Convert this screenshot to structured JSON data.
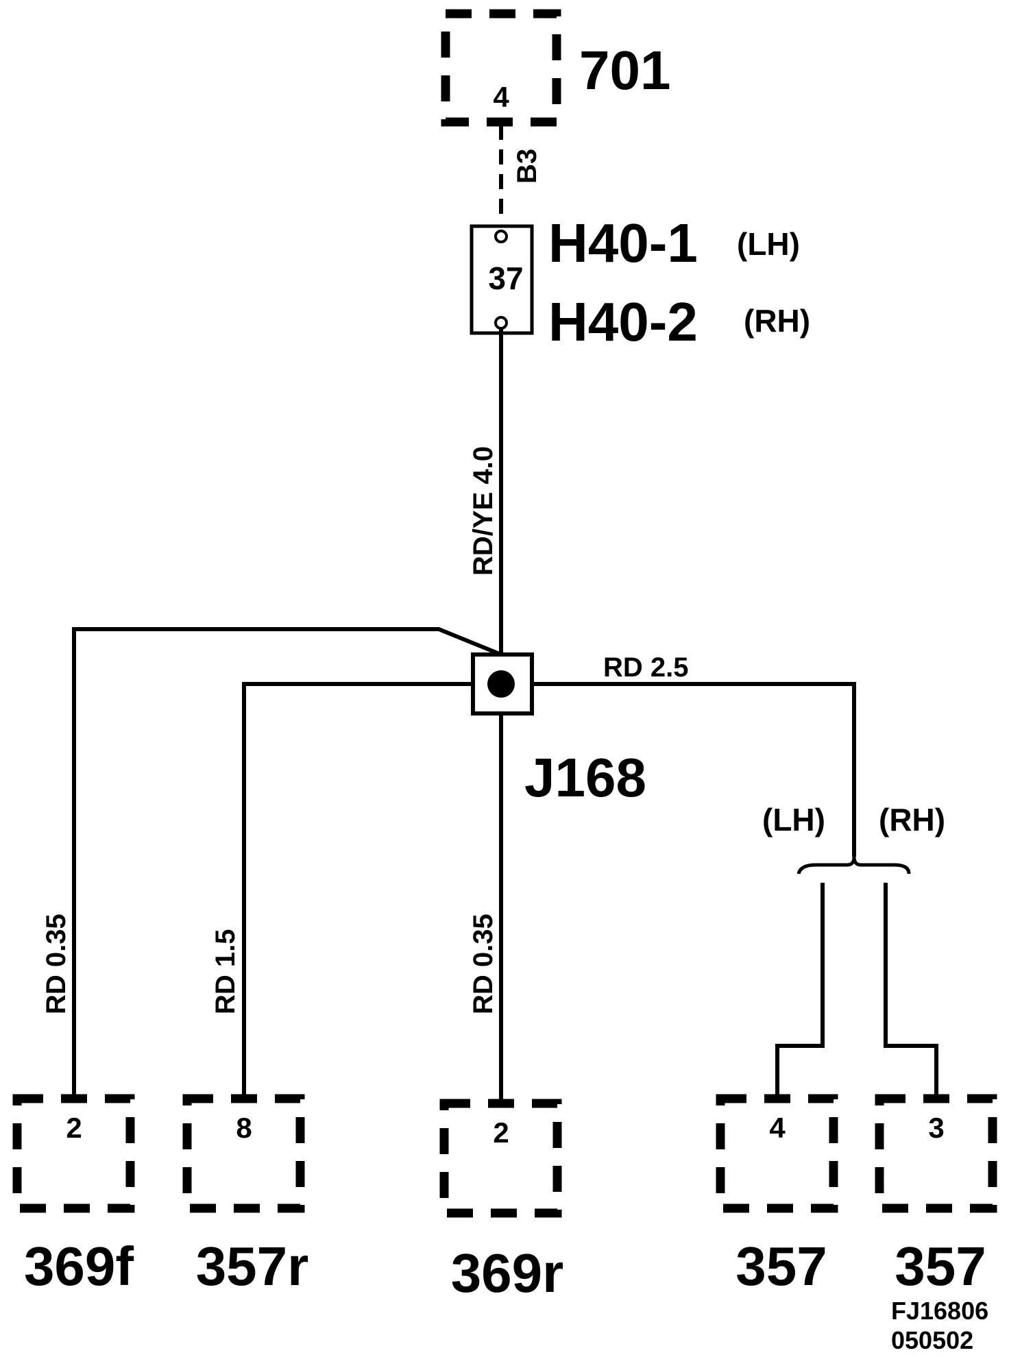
{
  "top_connector": {
    "id": "701",
    "pin": "4"
  },
  "top_wire": {
    "label": "B3"
  },
  "fuse": {
    "pin": "37",
    "label_1": "H40-1",
    "side_1": "(LH)",
    "label_2": "H40-2",
    "side_2": "(RH)"
  },
  "main_wire": {
    "label": "RD/YE  4.0"
  },
  "junction": {
    "id": "J168"
  },
  "right_wire": {
    "label": "RD   2.5"
  },
  "branch": {
    "lh": "(LH)",
    "rh": "(RH)"
  },
  "wires": {
    "w369f": "RD   0.35",
    "w357r": "RD   1.5",
    "w369r": "RD   0.35"
  },
  "connectors": [
    {
      "id": "369f",
      "pin": "2"
    },
    {
      "id": "357r",
      "pin": "8"
    },
    {
      "id": "369r",
      "pin": "2"
    },
    {
      "id": "357",
      "pin": "4"
    },
    {
      "id": "357",
      "pin": "3"
    }
  ],
  "reference": {
    "line1": "FJ16806",
    "line2": "050502"
  }
}
